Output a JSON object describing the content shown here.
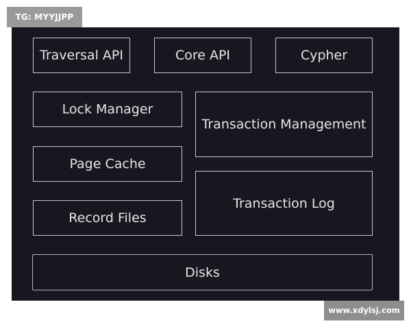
{
  "tag": "TG: MYYJJPP",
  "diagram": {
    "top_row": [
      "Traversal API",
      "Core API",
      "Cypher"
    ],
    "left_column": [
      "Lock Manager",
      "Page Cache",
      "Record Files"
    ],
    "right_column": [
      "Transaction Management",
      "Transaction Log"
    ],
    "bottom": "Disks"
  },
  "watermark": "www.xdylsj.com",
  "colors": {
    "panel_background": "#18161f",
    "box_border": "#c9c8d6",
    "box_text": "#e6e6ec"
  }
}
